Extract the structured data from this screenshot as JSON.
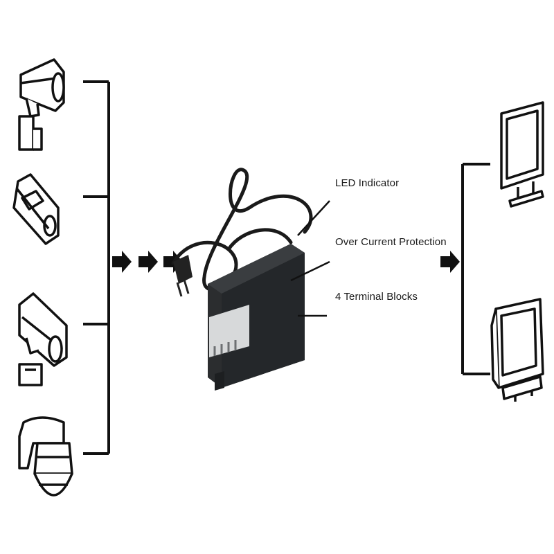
{
  "callouts": {
    "led_indicator": "LED Indicator",
    "over_current_protection": "Over Current Protection",
    "terminal_blocks": "4 Terminal Blocks"
  },
  "icons": {
    "cameras": [
      "bullet-camera-icon",
      "box-camera-icon",
      "bullet-camera-with-bracket-icon",
      "dome-camera-icon"
    ],
    "power_supply": "power-adapter-icon",
    "monitors": [
      "flat-monitor-icon",
      "crt-monitor-icon"
    ],
    "arrows": [
      "arrow-right-icon",
      "arrow-right-icon",
      "arrow-right-icon",
      "arrow-right-icon"
    ]
  },
  "colors": {
    "line": "#111111",
    "adapter_body": "#2b2d2f",
    "adapter_top": "#3a3d40"
  }
}
